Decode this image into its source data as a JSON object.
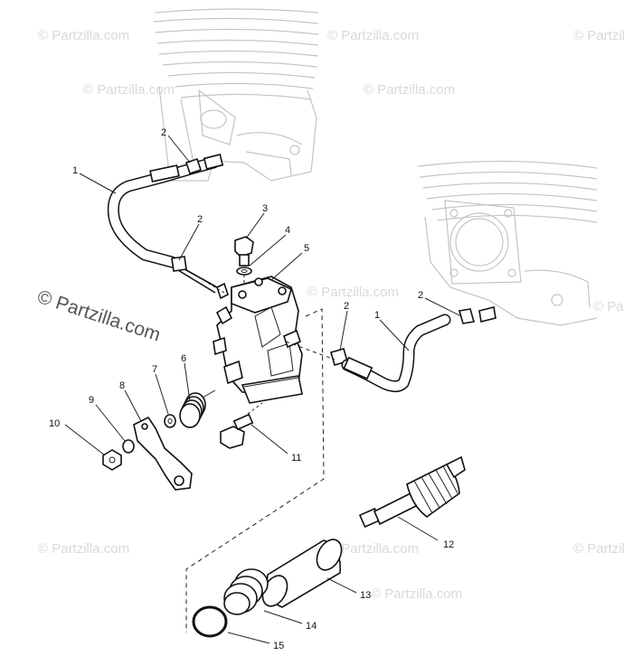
{
  "watermark": {
    "text": "© Partzilla.com",
    "color": "#d9d9d9",
    "prominent_color": "#555555"
  },
  "callouts": {
    "c1a": "1",
    "c2a": "2",
    "c2b": "2",
    "c3": "3",
    "c4": "4",
    "c5": "5",
    "c2c": "2",
    "c1b": "1",
    "c2d": "2",
    "c6": "6",
    "c7": "7",
    "c8": "8",
    "c9": "9",
    "c10": "10",
    "c11": "11",
    "c12": "12",
    "c13": "13",
    "c14": "14",
    "c15": "15"
  }
}
